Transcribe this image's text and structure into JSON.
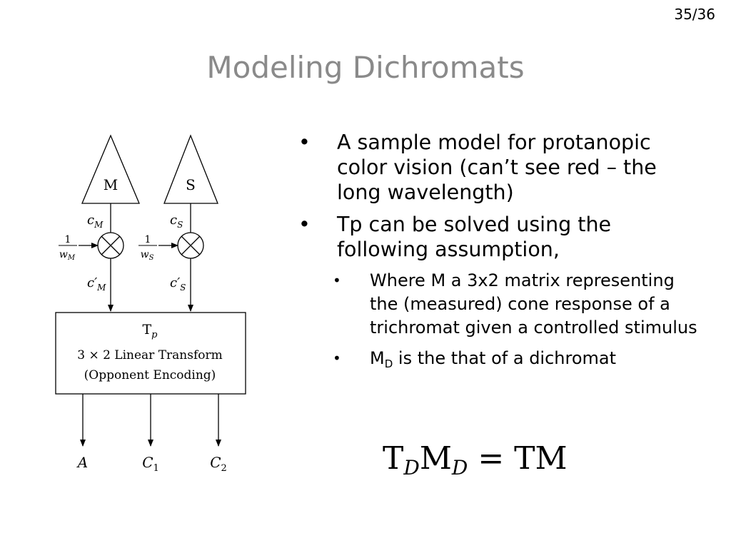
{
  "slide": {
    "page_number": "35/36",
    "title": "Modeling Dichromats"
  },
  "diagram": {
    "cone_left": "M",
    "cone_right": "S",
    "gain_left_in": "c_M",
    "gain_right_in": "c_S",
    "gain_left_out": "c'_M",
    "gain_right_out": "c'_S",
    "weight_left_num": "1",
    "weight_left_den": "w_M",
    "weight_right_num": "1",
    "weight_right_den": "w_S",
    "transform_label": "T_p",
    "transform_line1": "3 × 2 Linear Transform",
    "transform_line2": "(Opponent Encoding)",
    "outputs": [
      "A",
      "C_1",
      "C_2"
    ]
  },
  "bullets": {
    "item1": "A sample model for protanopic color vision (can’t see red – the long wavelength)",
    "item2": "Tp can be solved using the following assumption,",
    "sub1": "Where M a 3x2 matrix representing the (measured) cone response of a trichromat given a controlled stimulus",
    "sub2_main": "M",
    "sub2_subscript": "D",
    "sub2_rest": " is the that of a dichromat"
  },
  "equation": {
    "text": "T_D M_D = TM"
  }
}
